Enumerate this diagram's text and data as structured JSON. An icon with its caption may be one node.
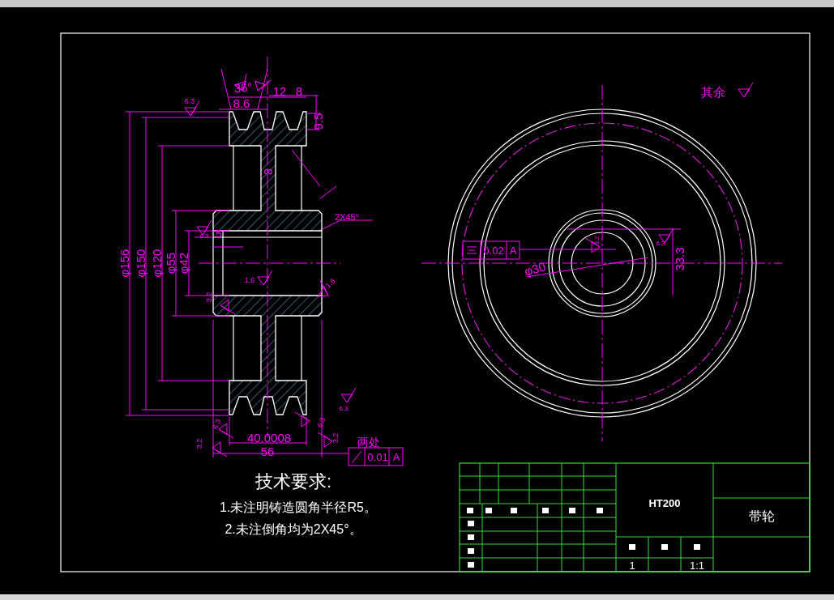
{
  "diagram": {
    "labels": [
      "36°",
      "12",
      "8",
      "其余",
      "6.3",
      "8.6",
      "9.5",
      "8",
      "2X45°",
      "5",
      "6.3",
      "0.02",
      "A",
      "3.2",
      "6.3",
      "φ156",
      "φ150",
      "φ120",
      "φ55",
      "φ42",
      "φ30",
      "33.3",
      "1.6",
      "1.6",
      "3.2",
      "6.3",
      "6.3",
      "6.3",
      "3.2",
      "40.0008",
      "3.2",
      "两处",
      "56",
      "0.01",
      "A",
      "技术要求:",
      "1.未注明铸造圆角半径R5。",
      "2.未注倒角均为2X45°。",
      "HT200",
      "带轮",
      "1",
      "1:1"
    ]
  }
}
